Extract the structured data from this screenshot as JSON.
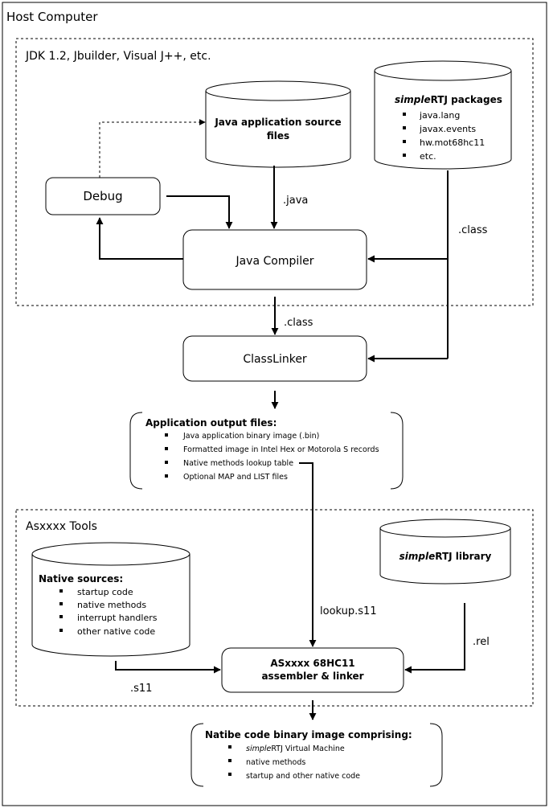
{
  "outer_title": "Host Computer",
  "jdk_panel": {
    "title": "JDK 1.2, Jbuilder, Visual J++, etc."
  },
  "java_source": {
    "line1": "Java application source",
    "line2": "files"
  },
  "rtj_packages": {
    "title_italic": "simple",
    "title_rest": "RTJ packages",
    "items": [
      "java.lang",
      "javax.events",
      "hw.mot68hc11",
      "etc."
    ]
  },
  "debug": {
    "label": "Debug"
  },
  "java_compiler": {
    "label": "Java Compiler"
  },
  "classlinker": {
    "label": "ClassLinker"
  },
  "edges": {
    "java": ".java",
    "class_right": ".class",
    "class_down": ".class",
    "lookup": "lookup.s11",
    "rel": ".rel",
    "s11": ".s11"
  },
  "app_output": {
    "title": "Application output files:",
    "items": [
      "Java application binary image (.bin)",
      "Formatted image in Intel Hex or Motorola S records",
      "Native methods lookup table",
      "Optional MAP and LIST files"
    ]
  },
  "asxxxx_panel": {
    "title": "Asxxxx Tools"
  },
  "native_sources": {
    "title": "Native sources:",
    "items": [
      "startup code",
      "native methods",
      "interrupt handlers",
      "other native code"
    ]
  },
  "rtj_library": {
    "title_italic": "simple",
    "title_rest": "RTJ library"
  },
  "assembler": {
    "line1": "ASxxxx 68HC11",
    "line2": "assembler & linker"
  },
  "native_output": {
    "title": "Natibe code binary image comprising:",
    "items": [
      {
        "italic": "simple",
        "text": "RTJ Virtual Machine"
      },
      {
        "italic": "",
        "text": "native methods"
      },
      {
        "italic": "",
        "text": "startup and other native code"
      }
    ]
  }
}
